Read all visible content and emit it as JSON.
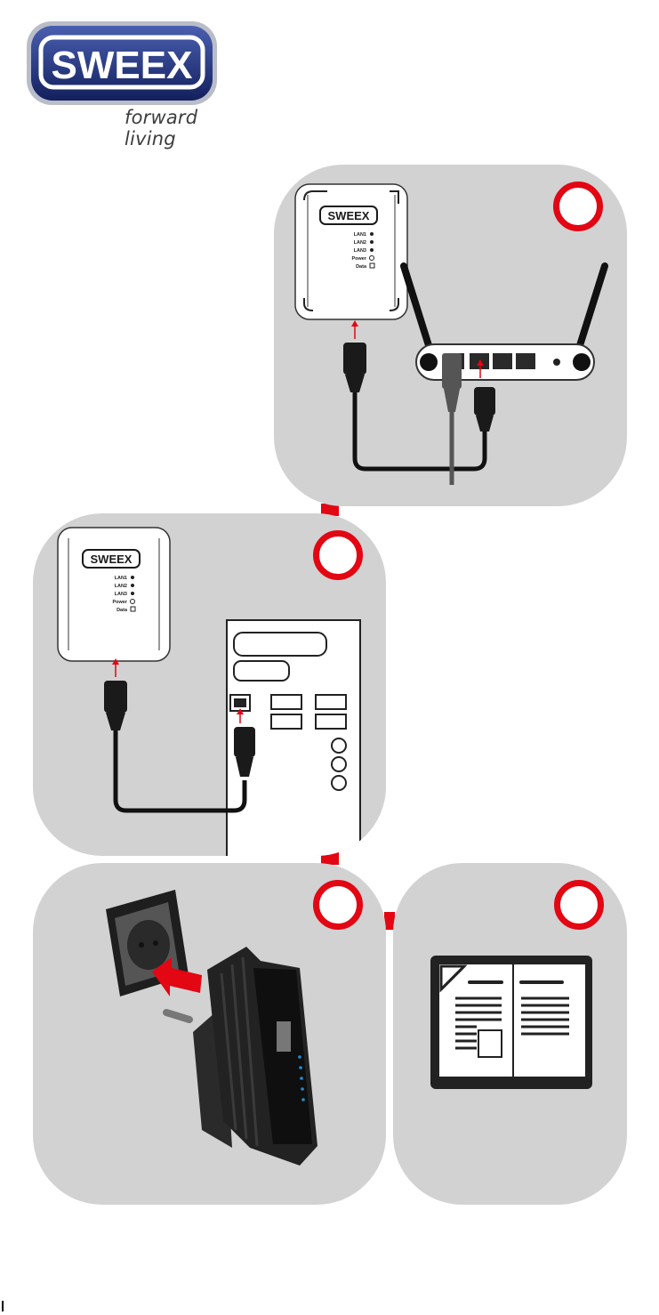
{
  "brand": {
    "name": "SWEEX",
    "tagline": "forward living"
  },
  "colors": {
    "brand_blue": "#1f2f7a",
    "accent_red": "#e30613",
    "panel_gray": "#d2d2d2",
    "led_blue": "#1e8fd6"
  },
  "adapter_labels": [
    "LAN1",
    "LAN2",
    "LAN3",
    "Power",
    "Data"
  ],
  "steps": [
    {
      "id": "router",
      "icons": [
        "adapter-icon",
        "router-icon",
        "ethernet-cable-icon"
      ]
    },
    {
      "id": "computer",
      "icons": [
        "adapter-icon",
        "computer-back-panel-icon",
        "ethernet-cable-icon"
      ]
    },
    {
      "id": "power",
      "icons": [
        "wall-socket-icon",
        "arrow-icon",
        "powerline-adapter-icon"
      ]
    },
    {
      "id": "manual",
      "icons": [
        "manual-book-icon"
      ]
    }
  ]
}
